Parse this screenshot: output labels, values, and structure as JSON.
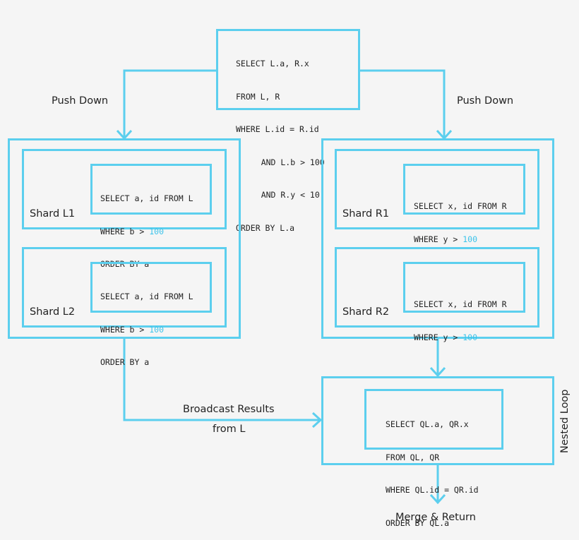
{
  "top_query": {
    "lines": [
      "SELECT L.a, R.x",
      "FROM L, R",
      "WHERE L.id = R.id",
      "    AND L.b > 100",
      "    AND R.y < 10",
      "ORDER BY L.a"
    ]
  },
  "push_down_left": "Push Down",
  "push_down_right": "Push Down",
  "shard_l1": {
    "label": "Shard L1",
    "q1": "SELECT a, id FROM L",
    "q2_prefix": "WHERE b > ",
    "q2_num": "100",
    "q3": "ORDER BY a"
  },
  "shard_l2": {
    "label": "Shard L2",
    "q1": "SELECT a, id FROM L",
    "q2_prefix": "WHERE b > ",
    "q2_num": "100",
    "q3": "ORDER BY a"
  },
  "shard_r1": {
    "label": "Shard R1",
    "q1": "SELECT x, id FROM R",
    "q2_prefix": "WHERE y > ",
    "q2_num": "100"
  },
  "shard_r2": {
    "label": "Shard R2",
    "q1": "SELECT x, id FROM R",
    "q2_prefix": "WHERE y > ",
    "q2_num": "100"
  },
  "broadcast_label_1": "Broadcast Results",
  "broadcast_label_2": "from L",
  "nested_loop_label": "Nested Loop",
  "nested_query": {
    "lines": [
      "SELECT QL.a, QR.x",
      "FROM QL, QR",
      "WHERE QL.id = QR.id",
      "ORDER BY QL.a"
    ]
  },
  "merge_label": "Merge & Return",
  "colors": {
    "accent": "#5ccfee",
    "number": "#3cc3ea",
    "background": "#f5f5f5"
  }
}
